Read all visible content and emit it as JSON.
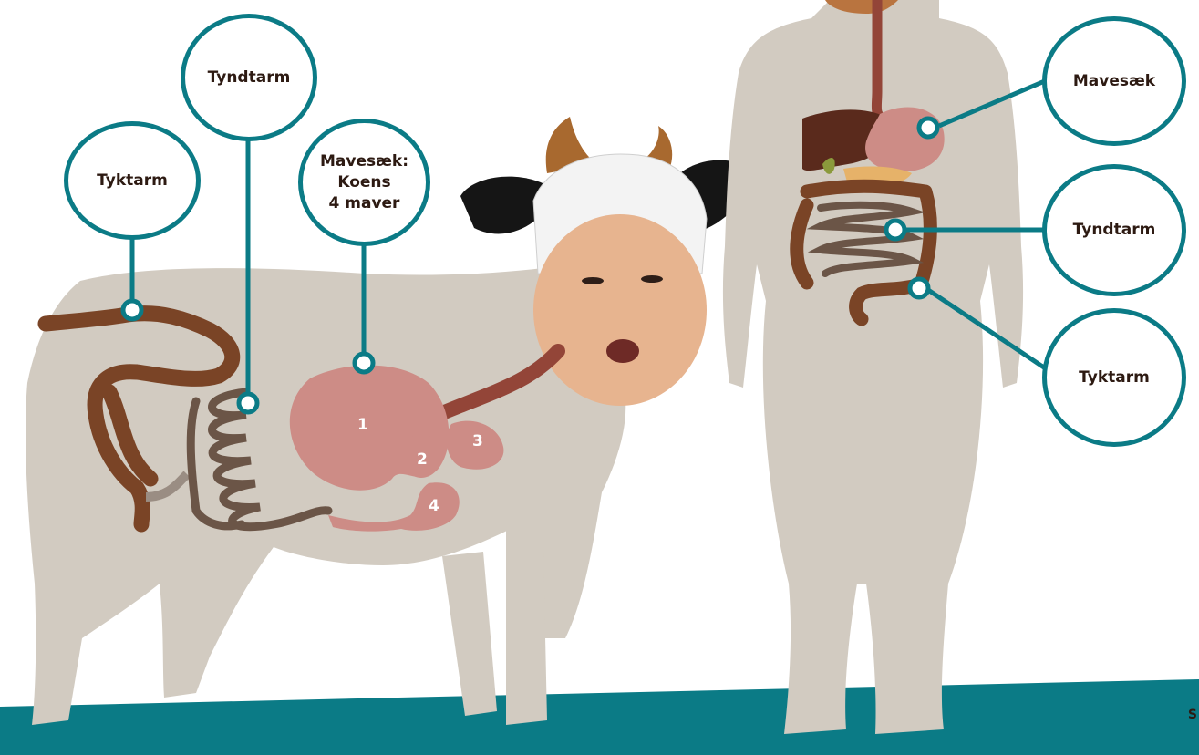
{
  "cow": {
    "callouts": {
      "large_intestine": "Tyktarm",
      "small_intestine": "Tyndtarm",
      "stomach": [
        "Mavesæk:",
        "Koens",
        "4 maver"
      ]
    },
    "chambers": [
      "1",
      "2",
      "3",
      "4"
    ]
  },
  "human": {
    "callouts": {
      "stomach": "Mavesæk",
      "small_intestine": "Tyndtarm",
      "large_intestine": "Tyktarm"
    }
  },
  "edge_text": "S",
  "colors": {
    "teal": "#0b7b86",
    "silhouette": "#d2cbc1",
    "large_intestine": "#7a4426",
    "small_intestine": "#6b5547",
    "stomach": "#cd8c86",
    "esophagus": "#934538",
    "liver": "#5a2a1c"
  }
}
